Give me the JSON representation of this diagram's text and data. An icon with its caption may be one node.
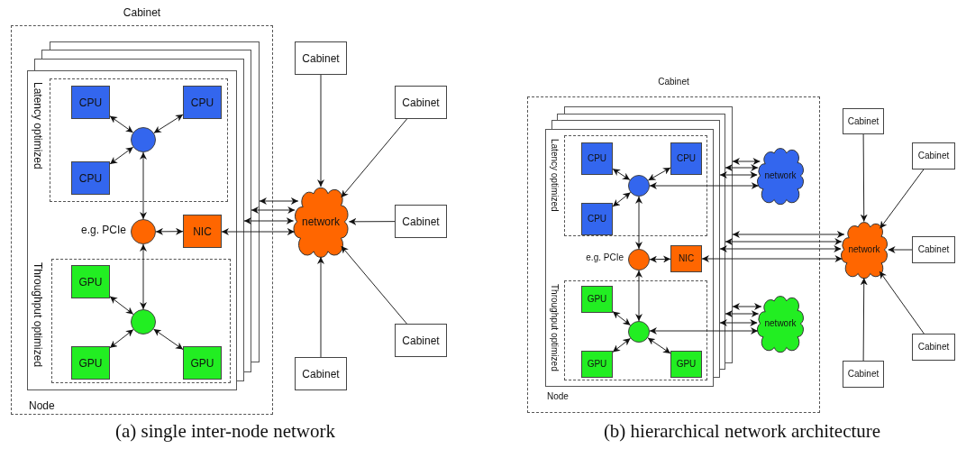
{
  "diagram": {
    "nodes": [
      {
        "text": [
          "Cabinet"
        ]
      },
      {
        "text": [],
        "shape": "box",
        "in": 0
      },
      {
        "text": [],
        "shape": "box",
        "in": 0
      },
      {
        "text": [],
        "shape": "box",
        "in": 0
      },
      {
        "text": [
          "Node"
        ],
        "in": 0
      },
      {
        "text": [
          "Latency optimized"
        ],
        "in": 4
      },
      {
        "text": [
          "CPU"
        ],
        "in": 5
      },
      {
        "text": [
          "CPU"
        ],
        "in": 5
      },
      {
        "text": [
          "CPU"
        ],
        "in": 5
      },
      {
        "text": [],
        "shape": "circle",
        "in": 5
      },
      {
        "text": [],
        "shape": "circle",
        "in": 4,
        "beside": [
          "e.g. PCIe"
        ]
      },
      {
        "text": [
          "NIC"
        ],
        "in": 4
      },
      {
        "text": [
          "Throughput optimized"
        ],
        "in": 4
      },
      {
        "text": [
          "GPU"
        ],
        "in": 12
      },
      {
        "text": [],
        "shape": "circle",
        "in": 12
      },
      {
        "text": [
          "GPU"
        ],
        "in": 12
      },
      {
        "text": [
          "GPU"
        ],
        "in": 12
      },
      {
        "text": [
          "network"
        ]
      },
      {
        "text": [
          "Cabinet"
        ]
      },
      {
        "text": [
          "Cabinet"
        ]
      },
      {
        "text": [
          "Cabinet"
        ]
      },
      {
        "text": [
          "Cabinet"
        ]
      },
      {
        "text": [
          "Cabinet"
        ]
      },
      {
        "text": [
          "Cabinet"
        ]
      },
      {
        "text": [],
        "shape": "box",
        "in": 23
      },
      {
        "text": [],
        "shape": "box",
        "in": 23
      },
      {
        "text": [],
        "shape": "box",
        "in": 23
      },
      {
        "text": [
          "Node"
        ],
        "in": 23
      },
      {
        "text": [
          "Latency optimized"
        ],
        "in": 27
      },
      {
        "text": [
          "CPU"
        ],
        "in": 28
      },
      {
        "text": [
          "CPU"
        ],
        "in": 28
      },
      {
        "text": [
          "CPU"
        ],
        "in": 28
      },
      {
        "text": [],
        "shape": "circle",
        "in": 28
      },
      {
        "text": [],
        "shape": "circle",
        "in": 27,
        "beside": [
          "e.g. PCIe"
        ]
      },
      {
        "text": [
          "NIC"
        ],
        "in": 27
      },
      {
        "text": [
          "Throughput optimized"
        ],
        "in": 27
      },
      {
        "text": [
          "GPU"
        ],
        "in": 35
      },
      {
        "text": [],
        "shape": "circle",
        "in": 35
      },
      {
        "text": [
          "GPU"
        ],
        "in": 35
      },
      {
        "text": [
          "GPU"
        ],
        "in": 35
      },
      {
        "text": [
          "network"
        ],
        "in": 23
      },
      {
        "text": [
          "network"
        ],
        "in": 23
      },
      {
        "text": [
          "network"
        ]
      },
      {
        "text": [
          "Cabinet"
        ]
      },
      {
        "text": [
          "Cabinet"
        ]
      },
      {
        "text": [
          "Cabinet"
        ]
      },
      {
        "text": [
          "Cabinet"
        ]
      },
      {
        "text": [
          "Cabinet"
        ]
      }
    ],
    "edges": [
      {
        "from": 6,
        "to": 9,
        "arrow": "both"
      },
      {
        "from": 7,
        "to": 9,
        "arrow": "both"
      },
      {
        "from": 8,
        "to": 9,
        "arrow": "both"
      },
      {
        "from": 9,
        "to": 10,
        "arrow": "both"
      },
      {
        "from": 10,
        "to": 11,
        "arrow": "both"
      },
      {
        "from": 10,
        "to": 14,
        "arrow": "both"
      },
      {
        "from": 13,
        "to": 14,
        "arrow": "both"
      },
      {
        "from": 15,
        "to": 14,
        "arrow": "both"
      },
      {
        "from": 16,
        "to": 14,
        "arrow": "both"
      },
      {
        "from": 1,
        "to": 17,
        "arrow": "both"
      },
      {
        "from": 2,
        "to": 17,
        "arrow": "both"
      },
      {
        "from": 3,
        "to": 17,
        "arrow": "both"
      },
      {
        "from": 11,
        "to": 17,
        "arrow": "both"
      },
      {
        "from": 18,
        "to": 17,
        "arrow": "to"
      },
      {
        "from": 19,
        "to": 17,
        "arrow": "to"
      },
      {
        "from": 20,
        "to": 17,
        "arrow": "to"
      },
      {
        "from": 21,
        "to": 17,
        "arrow": "to"
      },
      {
        "from": 22,
        "to": 17,
        "arrow": "to"
      },
      {
        "from": 29,
        "to": 32,
        "arrow": "both"
      },
      {
        "from": 30,
        "to": 32,
        "arrow": "both"
      },
      {
        "from": 31,
        "to": 32,
        "arrow": "both"
      },
      {
        "from": 32,
        "to": 33,
        "arrow": "both"
      },
      {
        "from": 33,
        "to": 34,
        "arrow": "both"
      },
      {
        "from": 33,
        "to": 37,
        "arrow": "both"
      },
      {
        "from": 36,
        "to": 37,
        "arrow": "both"
      },
      {
        "from": 38,
        "to": 37,
        "arrow": "both"
      },
      {
        "from": 39,
        "to": 37,
        "arrow": "both"
      },
      {
        "from": 24,
        "to": 40,
        "arrow": "both"
      },
      {
        "from": 25,
        "to": 40,
        "arrow": "both"
      },
      {
        "from": 26,
        "to": 40,
        "arrow": "both"
      },
      {
        "from": 32,
        "to": 40,
        "arrow": "both"
      },
      {
        "from": 24,
        "to": 42,
        "arrow": "both"
      },
      {
        "from": 25,
        "to": 42,
        "arrow": "both"
      },
      {
        "from": 26,
        "to": 42,
        "arrow": "both"
      },
      {
        "from": 34,
        "to": 42,
        "arrow": "both"
      },
      {
        "from": 24,
        "to": 41,
        "arrow": "both"
      },
      {
        "from": 25,
        "to": 41,
        "arrow": "both"
      },
      {
        "from": 26,
        "to": 41,
        "arrow": "both"
      },
      {
        "from": 37,
        "to": 41,
        "arrow": "both"
      },
      {
        "from": 43,
        "to": 42,
        "arrow": "to"
      },
      {
        "from": 44,
        "to": 42,
        "arrow": "to"
      },
      {
        "from": 45,
        "to": 42,
        "arrow": "to"
      },
      {
        "from": 46,
        "to": 42,
        "arrow": "to"
      },
      {
        "from": 47,
        "to": 42,
        "arrow": "to"
      }
    ],
    "labels": [
      "(a) single inter-node network",
      "(b) hierarchical network architecture"
    ]
  }
}
